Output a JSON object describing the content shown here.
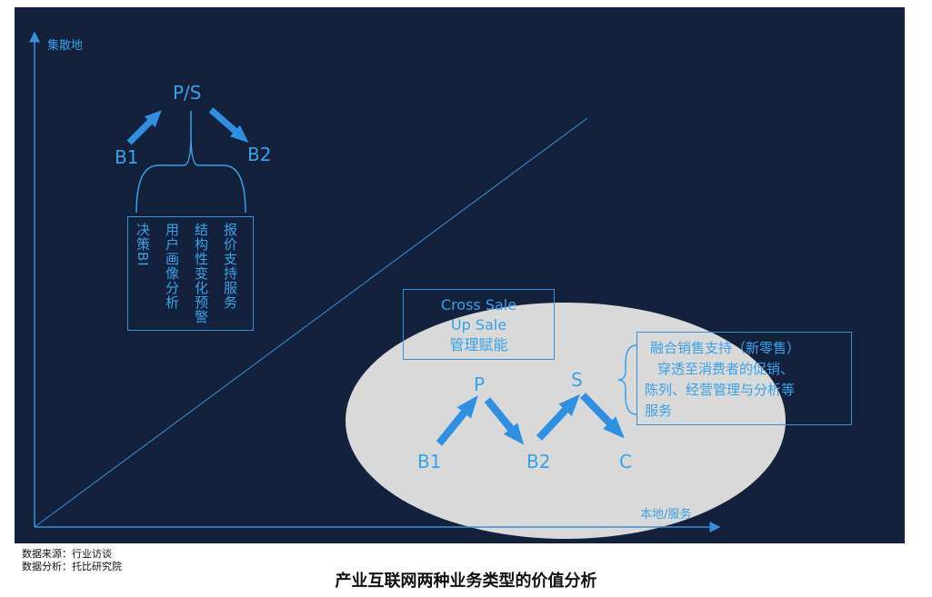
{
  "diagram": {
    "y_axis_label": "集散地",
    "x_axis_label": "本地/服务",
    "left_model": {
      "top": "P/S",
      "left": "B1",
      "right": "B2",
      "features": [
        "决策BI",
        "用户画像分析",
        "结构性变化预警",
        "报价支持服务"
      ]
    },
    "right_model": {
      "box_lines": [
        "Cross Sale",
        "Up Sale",
        "管理赋能"
      ],
      "nodes": {
        "b1": "B1",
        "p": "P",
        "b2": "B2",
        "s": "S",
        "c": "C"
      },
      "desc_lines": [
        "融合销售支持（新零售）",
        "穿透至消费者的促销、",
        "陈列、经营管理与分析等",
        "服务"
      ]
    }
  },
  "footer": {
    "source": "数据来源：行业访谈",
    "analysis": "数据分析：托比研究院",
    "title": "产业互联网两种业务类型的价值分析"
  },
  "colors": {
    "background": "#14213d",
    "accent": "#39a2e6",
    "ellipse": "#d9d9d9"
  }
}
